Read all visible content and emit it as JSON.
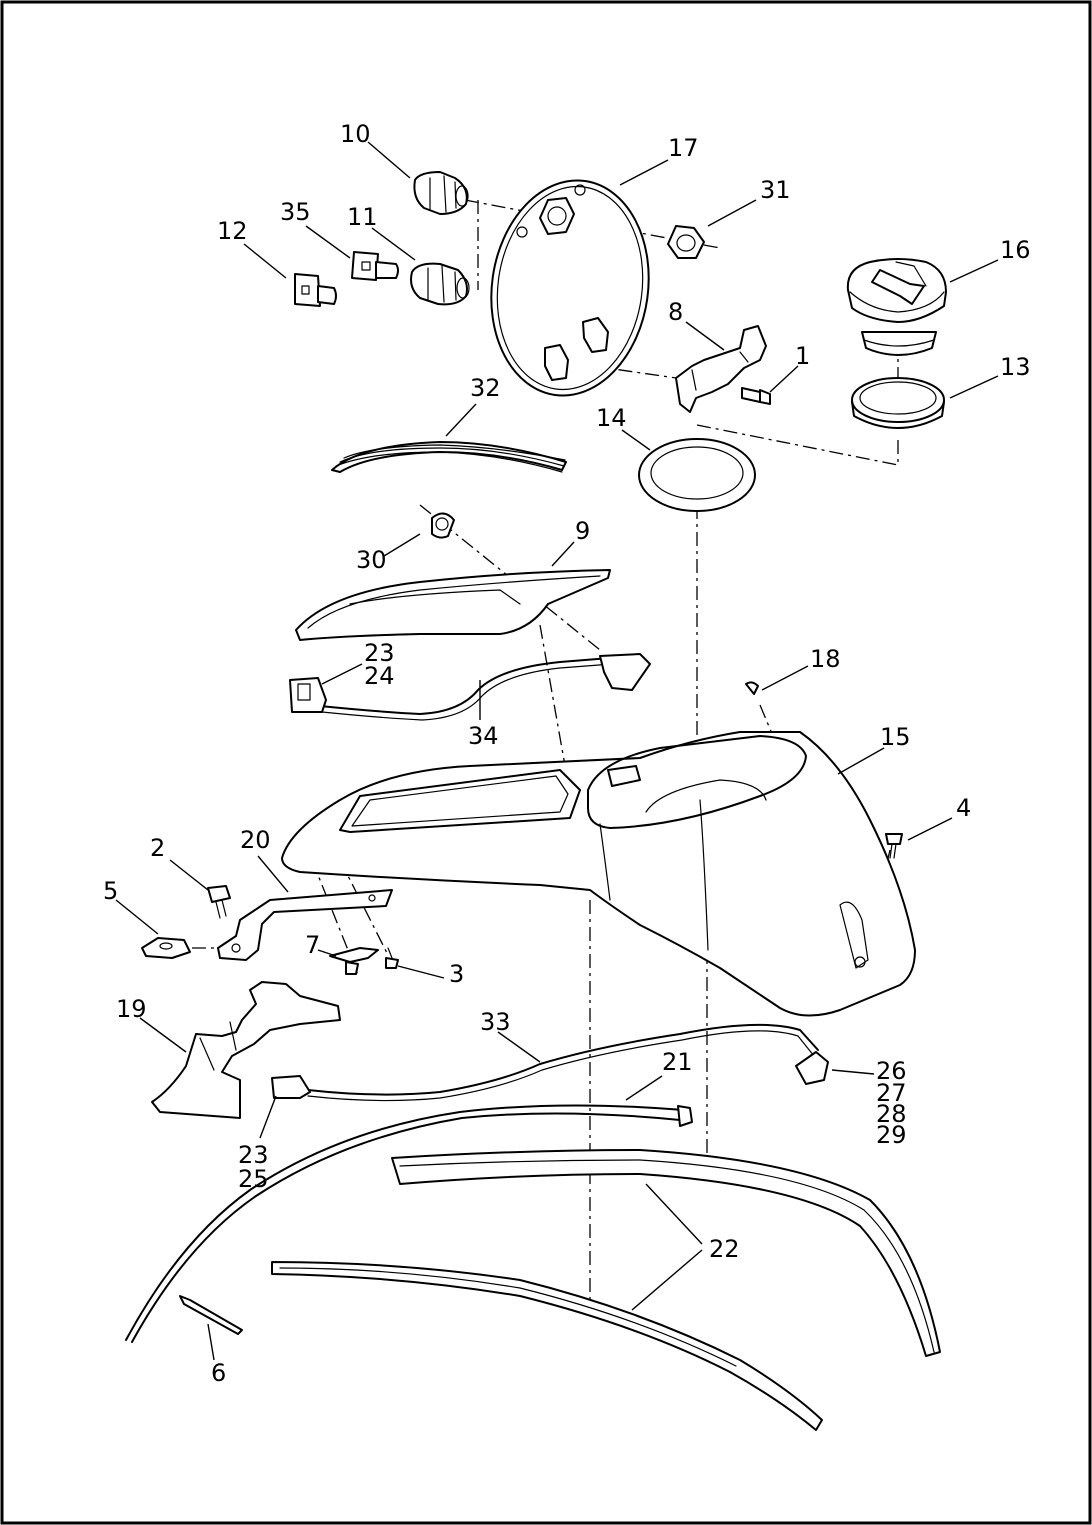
{
  "callouts": {
    "c1": "1",
    "c2": "2",
    "c3": "3",
    "c4": "4",
    "c5": "5",
    "c6": "6",
    "c7": "7",
    "c8": "8",
    "c9": "9",
    "c10": "10",
    "c11": "11",
    "c12": "12",
    "c13": "13",
    "c14": "14",
    "c15": "15",
    "c16": "16",
    "c17": "17",
    "c18": "18",
    "c19": "19",
    "c20": "20",
    "c21": "21",
    "c22": "22",
    "c23a": "23",
    "c24": "24",
    "c23b": "23",
    "c25": "25",
    "c26": "26",
    "c27": "27",
    "c28": "28",
    "c29": "29",
    "c30": "30",
    "c31": "31",
    "c32": "32",
    "c33": "33",
    "c34": "34",
    "c35": "35"
  }
}
